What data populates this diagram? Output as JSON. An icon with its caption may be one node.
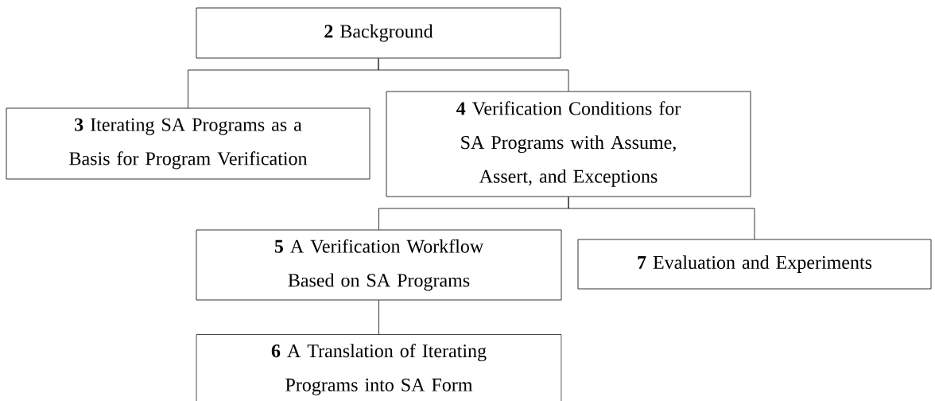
{
  "diagram": {
    "nodes": [
      {
        "text": [
          "**2** Background"
        ]
      },
      {
        "text": [
          "**3** Iterating SA Programs as a Basis for Program Verification"
        ]
      },
      {
        "text": [
          "**4** Verification Conditions for SA Programs with Assume, Assert, and Exceptions"
        ]
      },
      {
        "text": [
          "**5** A Verification Workflow Based on SA Programs"
        ]
      },
      {
        "text": [
          "**7** Evaluation and Experiments"
        ]
      },
      {
        "text": [
          "**6** A Translation of Iterating Programs into SA Form"
        ]
      }
    ],
    "edges": [
      {
        "from": 0,
        "to": 1,
        "arrow": "none"
      },
      {
        "from": 0,
        "to": 2,
        "arrow": "none"
      },
      {
        "from": 2,
        "to": 3,
        "arrow": "none"
      },
      {
        "from": 2,
        "to": 4,
        "arrow": "none"
      },
      {
        "from": 3,
        "to": 5,
        "arrow": "none"
      }
    ]
  }
}
